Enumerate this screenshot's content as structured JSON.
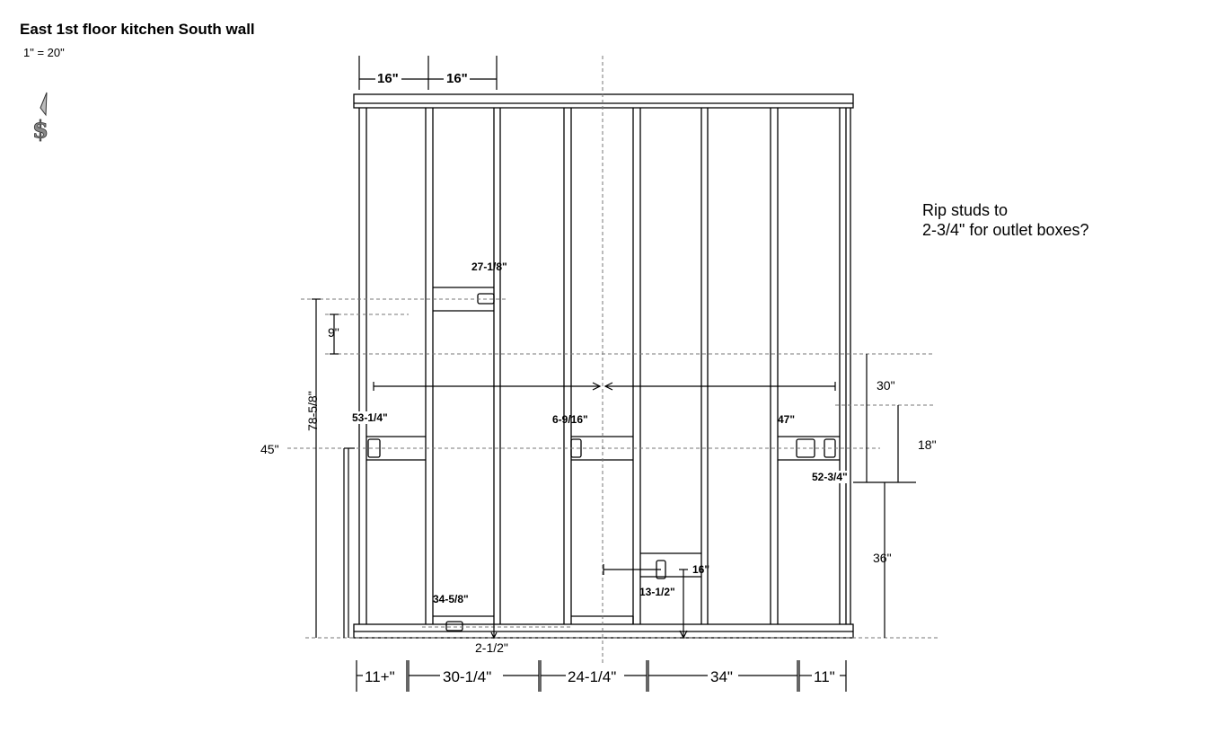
{
  "title": "East 1st floor kitchen South wall",
  "scale": "1\" = 20\"",
  "note": {
    "line1": "Rip studs to",
    "line2": "2-3/4\"  for outlet boxes?"
  },
  "icons": {
    "north_arrow": "dollar-arrow-icon"
  },
  "dims": {
    "top_16a": "16\"",
    "top_16b": "16\"",
    "d27": "27-1/8\"",
    "d9": "9\"",
    "d78": "78-5/8\"",
    "d45": "45\"",
    "d53": "53-1/4\"",
    "d6": "6-9/16\"",
    "d47": "47\"",
    "d52": "52-3/4\"",
    "d30": "30\"",
    "d18": "18\"",
    "d36": "36\"",
    "d16": "16\"",
    "d13": "13-1/2\"",
    "d34": "34-5/8\"",
    "d2": "2-1/2\"",
    "b11a": "11+\"",
    "b30": "30-1/4\"",
    "b24": "24-1/4\"",
    "b34": "34\"",
    "b11b": "11\""
  }
}
